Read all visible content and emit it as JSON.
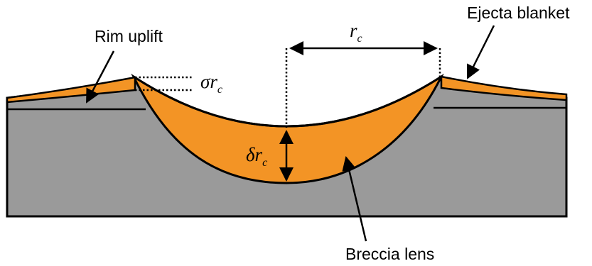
{
  "labels": {
    "rim_uplift": "Rim uplift",
    "ejecta_blanket": "Ejecta blanket",
    "breccia_lens": "Breccia lens"
  },
  "symbols": {
    "crater_radius": {
      "main": "r",
      "sub": "c"
    },
    "rim_height": {
      "main": "σr",
      "sub": "c"
    },
    "lens_thickness": {
      "main": "δr",
      "sub": "c"
    }
  },
  "colors": {
    "bedrock": "#9a9a9a",
    "breccia": "#f39425",
    "outline": "#000000",
    "background": "#ffffff"
  }
}
